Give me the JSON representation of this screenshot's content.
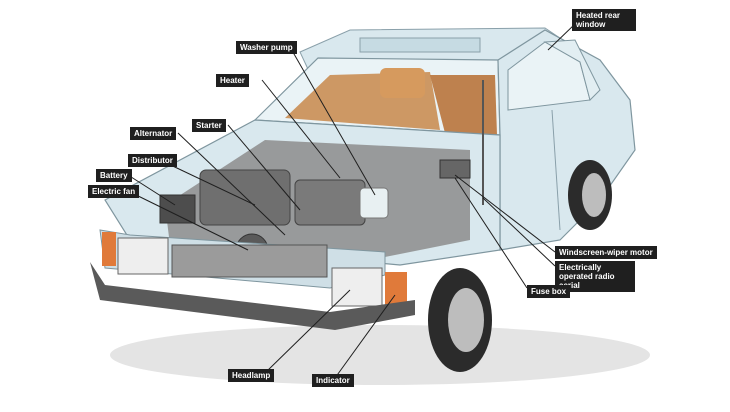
{
  "labels": {
    "heated_rear_window": "Heated rear window",
    "washer_pump": "Washer pump",
    "heater": "Heater",
    "starter": "Starter",
    "alternator": "Alternator",
    "distributor": "Distributor",
    "battery": "Battery",
    "electric_fan": "Electric fan",
    "windscreen_wiper_motor": "Windscreen-wiper motor",
    "electrically_operated_radio_aerial": "Electrically operated radio aerial",
    "fuse_box": "Fuse box",
    "headlamp": "Headlamp",
    "indicator": "Indicator"
  },
  "colors": {
    "body": "#d9e8ee",
    "body_shade": "#b9cdd6",
    "interior": "#c8874a",
    "engine": "#8c8c8c",
    "bumper": "#5a5a5a",
    "indicator_lens": "#e07a3a",
    "label_bg": "#1f1f1f"
  }
}
